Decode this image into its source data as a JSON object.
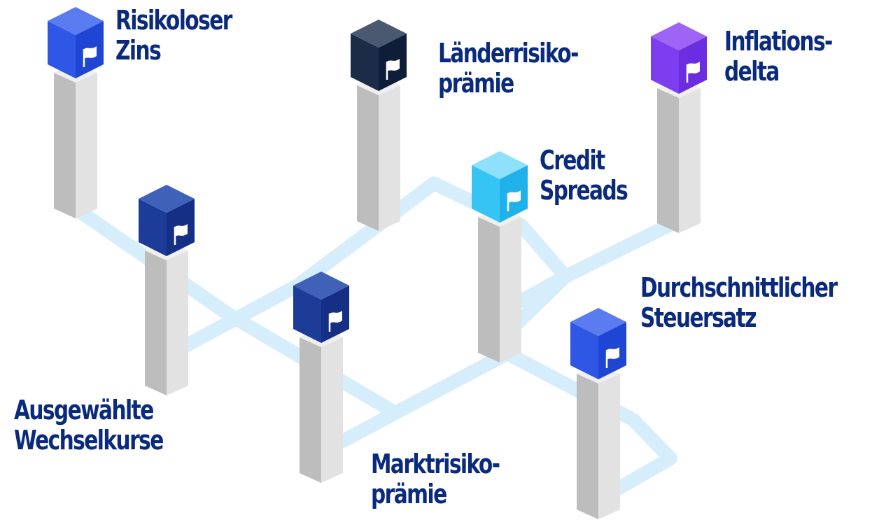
{
  "pillars": [
    {
      "id": "risikoloser-zins",
      "lines": [
        "Risikoloser",
        "Zins"
      ],
      "cube": {
        "top": "#5b7bf0",
        "left": "#2f57e6",
        "right": "#1f45d4"
      }
    },
    {
      "id": "laenderrisikopraemie",
      "lines": [
        "Länderrisiko-",
        "prämie"
      ],
      "cube": {
        "top": "#4a5870",
        "left": "#1c2b47",
        "right": "#0f1e38"
      }
    },
    {
      "id": "inflationsdelta",
      "lines": [
        "Inflations-",
        "delta"
      ],
      "cube": {
        "top": "#9d64f5",
        "left": "#7d3ef0",
        "right": "#6a2ee0"
      }
    },
    {
      "id": "credit-spreads",
      "lines": [
        "Credit",
        "Spreads"
      ],
      "cube": {
        "top": "#8fe0fb",
        "left": "#36c4f4",
        "right": "#1fb2ea"
      }
    },
    {
      "id": "ausgewaehlte-wechselkurse",
      "lines": [
        "Ausgewählte",
        "Wechselkurse"
      ],
      "cube": {
        "top": "#3f62b8",
        "left": "#1c3c98",
        "right": "#142f84"
      }
    },
    {
      "id": "marktrisikopraemie",
      "lines": [
        "Marktrisiko-",
        "prämie"
      ],
      "cube": {
        "top": "#3f62b8",
        "left": "#1c3c98",
        "right": "#142f84"
      }
    },
    {
      "id": "durchschnittlicher-steuersatz",
      "lines": [
        "Durchschnittlicher",
        "Steuersatz"
      ],
      "cube": {
        "top": "#5b7bf0",
        "left": "#2f57e6",
        "right": "#1f45d4"
      }
    }
  ],
  "colors": {
    "label_text": "#0a2a7e",
    "pillar_left": "#bdbdbd",
    "pillar_right": "#e2e2e2",
    "pillar_top": "#efefef",
    "track": "#d6eefb",
    "flag": "#ffffff"
  },
  "icons": {
    "cube_icon": "flag-icon"
  }
}
